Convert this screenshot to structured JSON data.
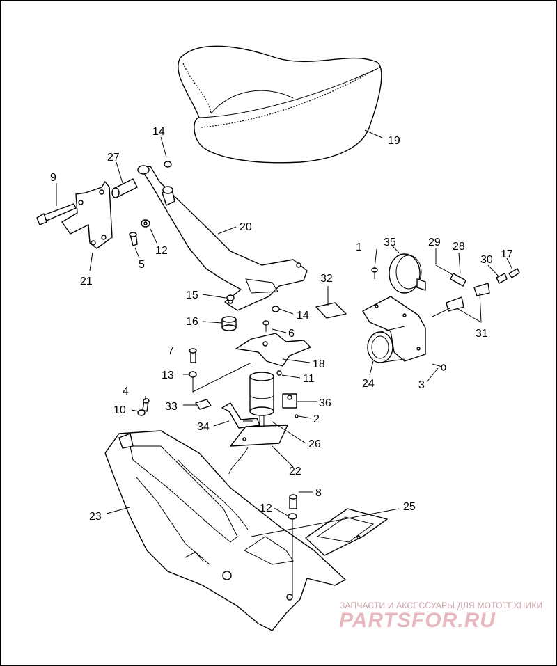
{
  "callouts": [
    "1",
    "2",
    "3",
    "4",
    "5",
    "6",
    "7",
    "8",
    "9",
    "10",
    "11",
    "12",
    "12",
    "13",
    "14",
    "14",
    "15",
    "16",
    "17",
    "18",
    "19",
    "20",
    "21",
    "22",
    "23",
    "24",
    "25",
    "26",
    "27",
    "28",
    "29",
    "30",
    "31",
    "32",
    "33",
    "34",
    "35",
    "36"
  ],
  "watermark": {
    "tagline": "ЗАПЧАСТИ И АКСЕССУАРЫ ДЛЯ МОТОТЕХНИКИ",
    "logo": "PARTSFOR.RU",
    "color": "#e7b8bd"
  }
}
